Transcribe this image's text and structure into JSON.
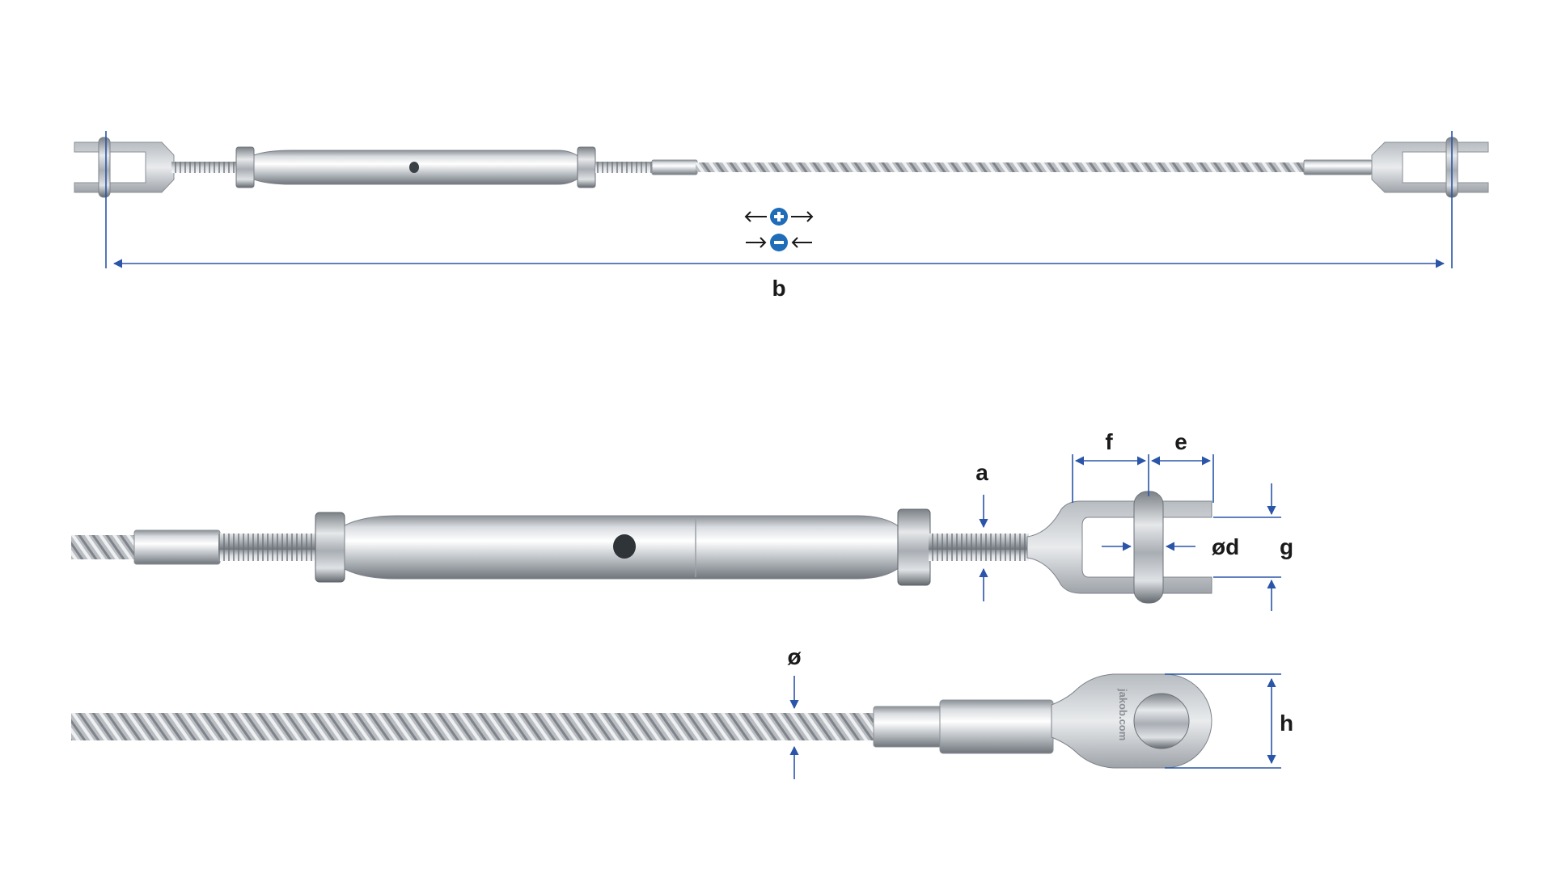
{
  "colors": {
    "dimension_line": "#2a55a8",
    "adjust_icon": "#1f6db8",
    "label_text": "#1a1a1a",
    "steel_light": "#f2f3f5",
    "steel_mid": "#c3c7cc",
    "steel_dark": "#7d838a"
  },
  "top_view": {
    "overall_length_label": "b",
    "adjust_icons": [
      "plus-lengthen-icon",
      "minus-shorten-icon"
    ]
  },
  "detail_view": {
    "labels": {
      "a": "a",
      "f": "f",
      "e": "e",
      "d": "ød",
      "g": "g"
    }
  },
  "eye_view": {
    "labels": {
      "diameter": "ø",
      "h": "h"
    },
    "brand_mark": "jakob.com"
  }
}
